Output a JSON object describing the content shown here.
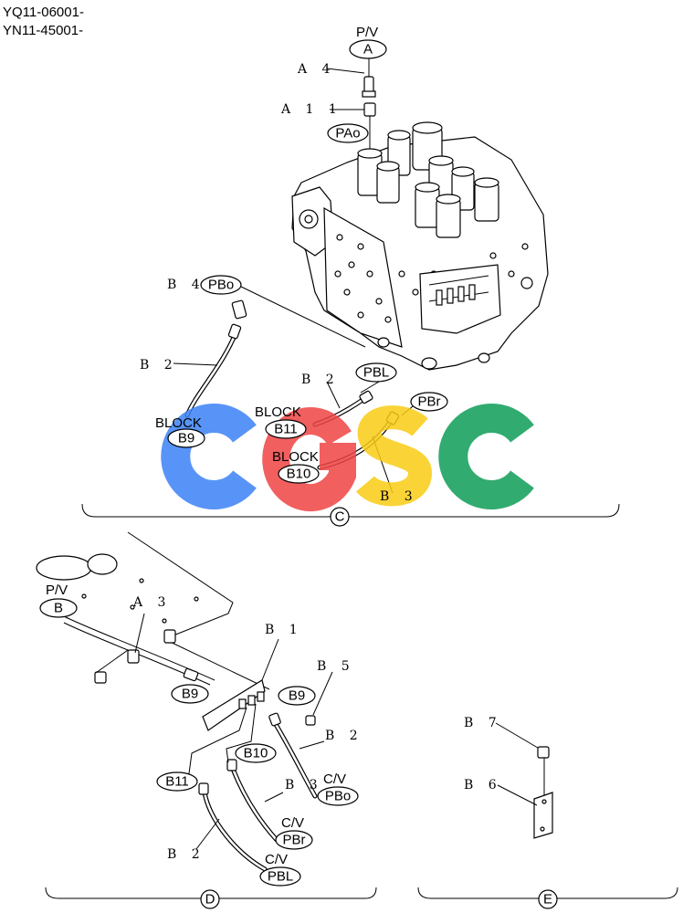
{
  "header": {
    "line1": "YQ11-06001-",
    "line2": "YN11-45001-"
  },
  "part_labels": {
    "a4": "A 4",
    "a11": "A 1 1",
    "b4": "B 4",
    "b2_c1": "B 2",
    "b2_c2": "B 2",
    "b3_c": "B 3",
    "a3": "A 3",
    "b1": "B 1",
    "b5": "B 5",
    "b2_d1": "B 2",
    "b3_d": "B 3",
    "b2_d2": "B 2",
    "b7": "B 7",
    "b6": "B 6"
  },
  "port_labels": {
    "pv_a_top": "P/V",
    "pv_a": "A",
    "pao": "PAo",
    "pbo_c": "PBo",
    "pbl_c": "PBL",
    "pbr_c": "PBr",
    "block1": "BLOCK",
    "b9_c": "B9",
    "block2": "BLOCK",
    "b11_c": "B11",
    "block3": "BLOCK",
    "b10_c": "B10",
    "pv_b_top": "P/V",
    "pv_b": "B",
    "b9_d1": "B9",
    "b9_d2": "B9",
    "b10_d": "B10",
    "b11_d": "B11",
    "cv1": "C/V",
    "pbo_d": "PBo",
    "cv2": "C/V",
    "pbr_d": "PBr",
    "cv3": "C/V",
    "pbl_d": "PBL"
  },
  "section_labels": {
    "c": "C",
    "d": "D",
    "e": "E"
  },
  "watermark": {
    "letters": [
      "C",
      "G",
      "S",
      "C"
    ],
    "colors": [
      "#3b82f6",
      "#ef4444",
      "#facc15",
      "#0f9d58"
    ]
  }
}
